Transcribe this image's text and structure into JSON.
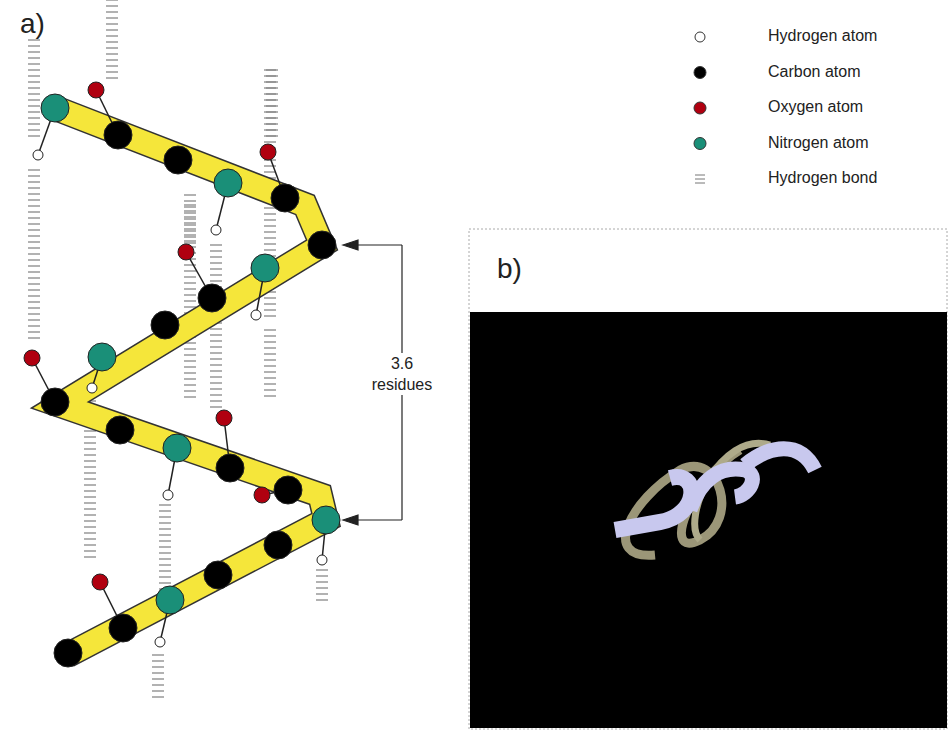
{
  "diagram": {
    "labels": [
      "a)",
      "b)",
      "3.6 residues"
    ],
    "legend": [
      {
        "text": "Hydrogen atom",
        "color": "#ffffff"
      },
      {
        "text": "Carbon atom",
        "color": "#000000"
      },
      {
        "text": "Oxygen atom",
        "color": "#b00010"
      },
      {
        "text": "Nitrogen atom",
        "color": "#1a8f78"
      },
      {
        "text": "Hydrogen bond"
      }
    ]
  }
}
